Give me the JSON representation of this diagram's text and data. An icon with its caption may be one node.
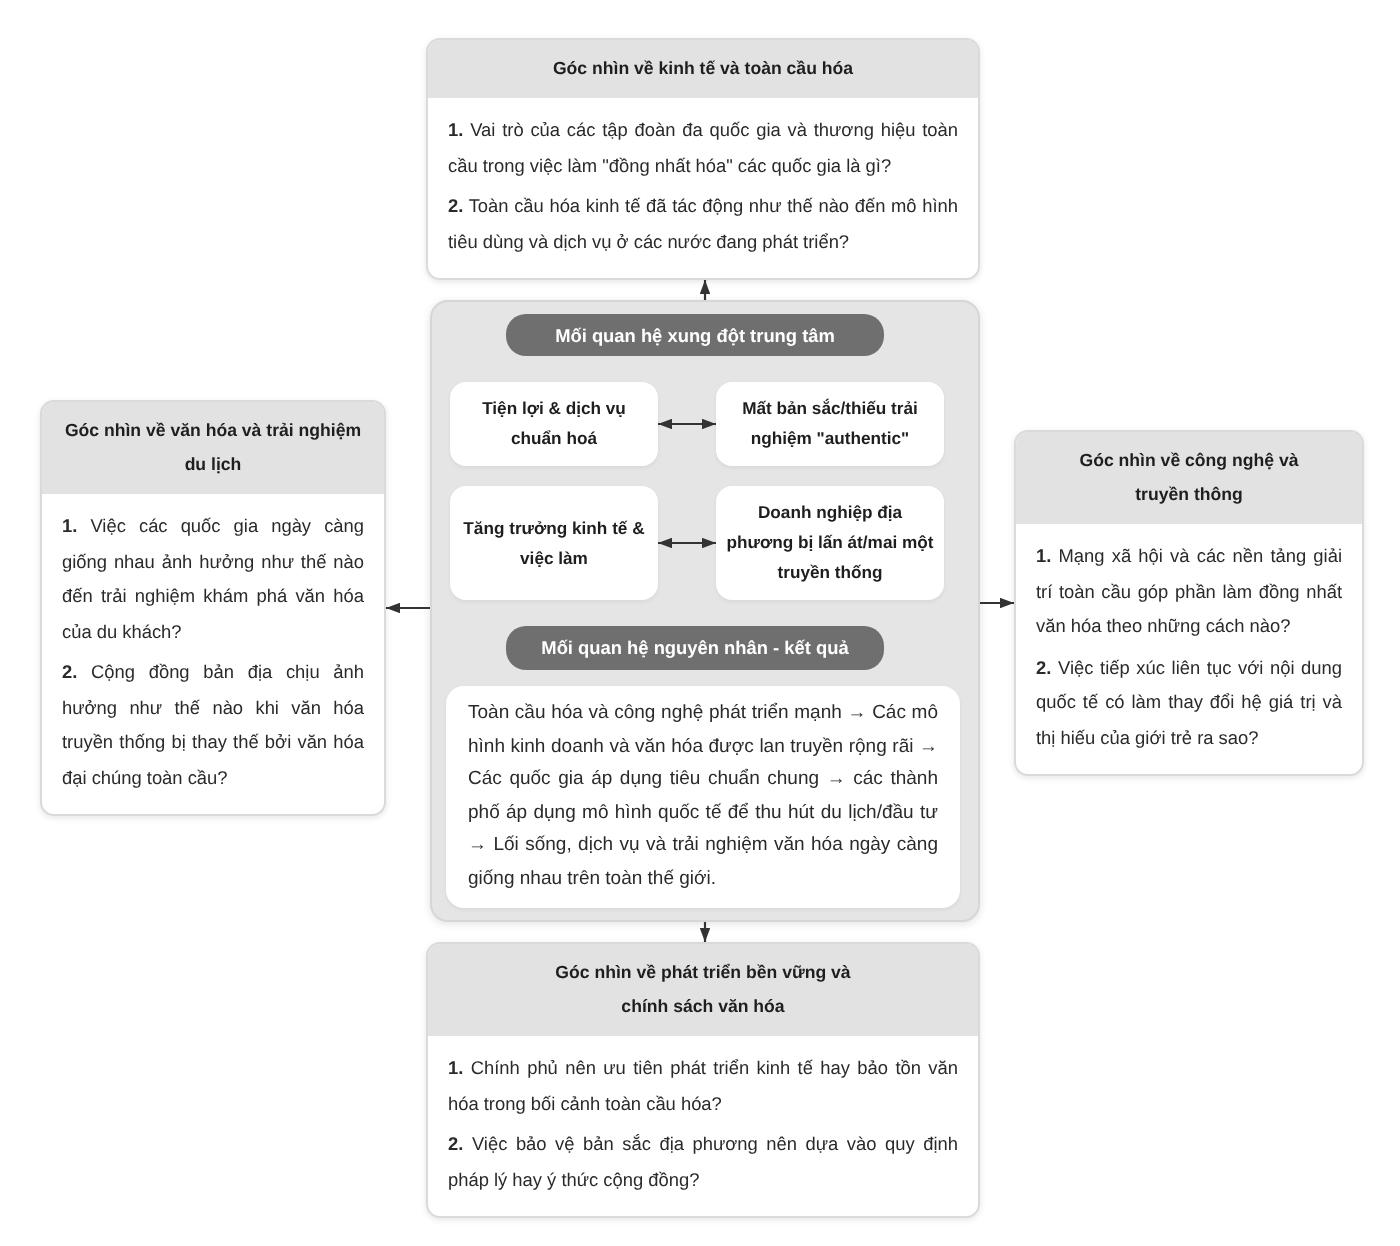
{
  "diagram": {
    "nodes": [
      {
        "text": [
          "Góc nhìn về kinh tế và toàn cầu hóa",
          "**1.** Vai trò của các tập đoàn đa quốc gia và thương hiệu toàn cầu trong việc làm \"đồng nhất hóa\" các quốc gia là gì?",
          "**2.** Toàn cầu hóa kinh tế đã tác động như thế nào đến mô hình tiêu dùng và dịch vụ ở các nước đang phát triển?"
        ]
      },
      {
        "text": [
          "Góc nhìn về văn hóa và trải nghiệm du lịch",
          "**1.** Việc các quốc gia ngày càng giống nhau ảnh hưởng như thế nào đến trải nghiệm khám phá văn hóa của du khách?",
          "**2.** Cộng đồng bản địa chịu ảnh hưởng như thế nào khi văn hóa truyền thống bị thay thế bởi văn hóa đại chúng toàn cầu?"
        ]
      },
      {
        "text": [],
        "shape": "box"
      },
      {
        "text": [
          "Mối quan hệ xung đột trung tâm"
        ],
        "in": 2
      },
      {
        "text": [
          "Tiện lợi & dịch vụ chuẩn hoá"
        ],
        "in": 2
      },
      {
        "text": [
          "Mất bản sắc/thiếu trải nghiệm \"authentic\""
        ],
        "in": 2
      },
      {
        "text": [
          "Tăng trưởng kinh tế & việc làm"
        ],
        "in": 2
      },
      {
        "text": [
          "Doanh nghiệp địa phương bị lấn át/mai một truyền thống"
        ],
        "in": 2
      },
      {
        "text": [
          "Mối quan hệ nguyên nhân - kết quả"
        ],
        "in": 2
      },
      {
        "text": [
          "Toàn cầu hóa và công nghệ phát triển mạnh → Các mô hình kinh doanh và văn hóa được lan truyền rộng rãi → Các quốc gia áp dụng tiêu chuẩn chung → các thành phố áp dụng mô hình quốc tế để thu hút du lịch/đầu tư → Lối sống, dịch vụ và trải nghiệm văn hóa ngày càng giống nhau trên toàn thế giới."
        ],
        "in": 2
      },
      {
        "text": [
          "Góc nhìn về công nghệ và truyền thông",
          "**1.** Mạng xã hội và các nền tảng giải trí toàn cầu góp phần làm đồng nhất văn hóa theo những cách nào?",
          "**2.** Việc tiếp xúc liên tục với nội dung quốc tế có làm thay đổi hệ giá trị và thị hiếu của giới trẻ ra sao?"
        ]
      },
      {
        "text": [
          "Góc nhìn về phát triển bền vững và chính sách văn hóa",
          "**1.** Chính phủ nên ưu tiên phát triển kinh tế hay bảo tồn văn hóa trong bối cảnh toàn cầu hóa?",
          "**2.** Việc bảo vệ bản sắc địa phương nên dựa vào quy định pháp lý hay ý thức cộng đồng?"
        ]
      }
    ],
    "edges": [
      {
        "from": 2,
        "to": 0,
        "arrow": "to"
      },
      {
        "from": 2,
        "to": 1,
        "arrow": "to"
      },
      {
        "from": 2,
        "to": 10,
        "arrow": "to"
      },
      {
        "from": 2,
        "to": 11,
        "arrow": "to"
      },
      {
        "from": 4,
        "to": 5,
        "arrow": "both"
      },
      {
        "from": 6,
        "to": 7,
        "arrow": "both"
      }
    ]
  }
}
